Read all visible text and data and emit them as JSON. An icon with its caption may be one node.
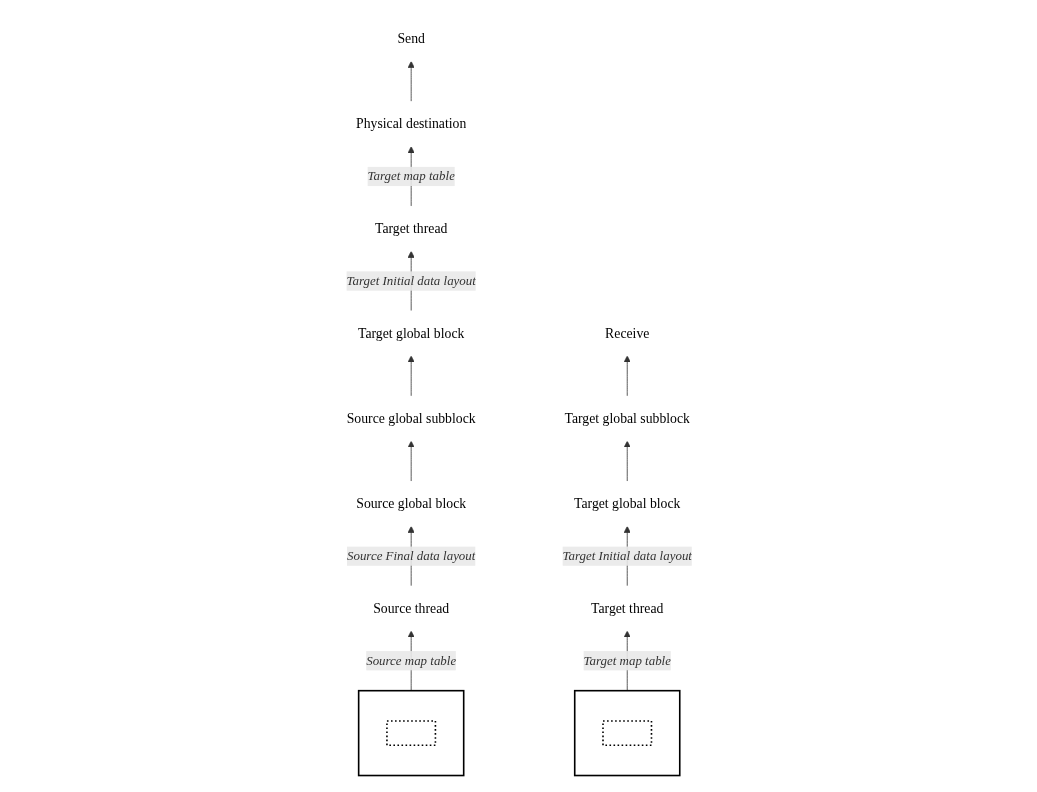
{
  "diagram": {
    "nodes": [
      {
        "text": [
          "Send"
        ]
      },
      {
        "text": [
          "Physical destination"
        ]
      },
      {
        "text": [
          "Target thread"
        ]
      },
      {
        "text": [
          "Target global block"
        ]
      },
      {
        "text": [
          "Source global subblock"
        ]
      },
      {
        "text": [
          "Source global block"
        ]
      },
      {
        "text": [
          "Source thread"
        ]
      },
      {
        "text": [],
        "shape": "box"
      },
      {
        "text": [],
        "shape": "box",
        "in": 7
      },
      {
        "text": [
          "Receive"
        ]
      },
      {
        "text": [
          "Target global subblock"
        ]
      },
      {
        "text": [
          "Target global block"
        ]
      },
      {
        "text": [
          "Target thread"
        ]
      },
      {
        "text": [],
        "shape": "box"
      },
      {
        "text": [],
        "shape": "box",
        "in": 13
      }
    ],
    "edges": [
      {
        "from": 1,
        "to": 0,
        "arrow": "to"
      },
      {
        "from": 2,
        "to": 1,
        "arrow": "to",
        "label": "Target map table"
      },
      {
        "from": 3,
        "to": 2,
        "arrow": "to",
        "label": "Target Initial data layout"
      },
      {
        "from": 4,
        "to": 3,
        "arrow": "to"
      },
      {
        "from": 5,
        "to": 4,
        "arrow": "to"
      },
      {
        "from": 6,
        "to": 5,
        "arrow": "to",
        "label": "Source Final data layout"
      },
      {
        "from": 7,
        "to": 6,
        "arrow": "to",
        "label": "Source map table"
      },
      {
        "from": 10,
        "to": 9,
        "arrow": "to"
      },
      {
        "from": 11,
        "to": 10,
        "arrow": "to"
      },
      {
        "from": 12,
        "to": 11,
        "arrow": "to",
        "label": "Target Initial data layout"
      },
      {
        "from": 13,
        "to": 12,
        "arrow": "to",
        "label": "Target map table"
      }
    ]
  }
}
